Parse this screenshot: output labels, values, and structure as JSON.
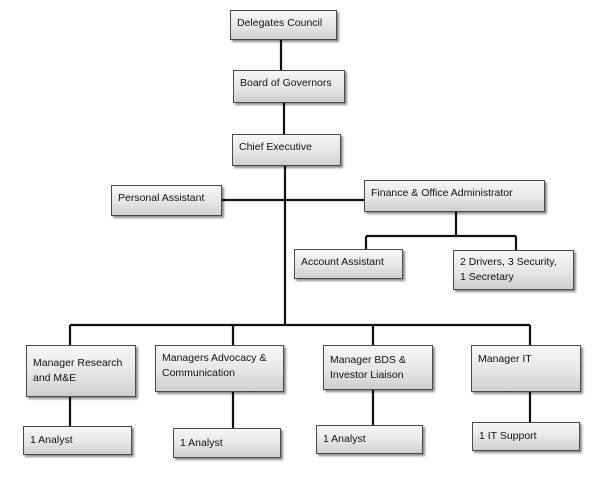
{
  "org_chart": {
    "delegates_council": "Delegates Council",
    "board_of_governors": "Board of Governors",
    "chief_executive": "Chief Executive",
    "personal_assistant": "Personal Assistant",
    "finance_office_admin": "Finance & Office Administrator",
    "account_assistant": "Account Assistant",
    "drivers_security_secretary": {
      "line1": "2 Drivers, 3 Security,",
      "line2": "1 Secretary"
    },
    "manager_research": {
      "line1": "Manager Research",
      "line2": "and M&E"
    },
    "managers_advocacy": {
      "line1": "Managers Advocacy &",
      "line2": "Communication"
    },
    "manager_bds": {
      "line1": "Manager BDS &",
      "line2": "Investor Liaison"
    },
    "manager_it": "Manager IT",
    "analyst_research": "1 Analyst",
    "analyst_advocacy": "1 Analyst",
    "analyst_bds": "1 Analyst",
    "it_support": "1 IT Support"
  }
}
